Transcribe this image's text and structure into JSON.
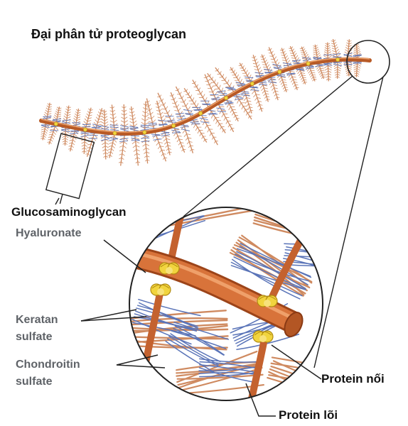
{
  "labels": {
    "title": "Đại phân tử proteoglycan",
    "glycosaminoglycan": "Glucosaminoglycan",
    "hyaluronate": "Hyaluronate",
    "keratan_line1": "Keratan",
    "keratan_line2": "sulfate",
    "chondroitin_line1": "Chondroitin",
    "chondroitin_line2": "sulfate",
    "link_protein": "Protein nối",
    "core_protein": "Protein lõi"
  },
  "colors": {
    "hyaluronate_fill": "#d8733a",
    "hyaluronate_stroke": "#a4491e",
    "core_protein": "#cc6a35",
    "chondroitin": "#cf8a60",
    "keratan": "#5a74b8",
    "link_protein": "#f1d43e",
    "dark_text": "#111111",
    "gray_text": "#5f6368"
  }
}
